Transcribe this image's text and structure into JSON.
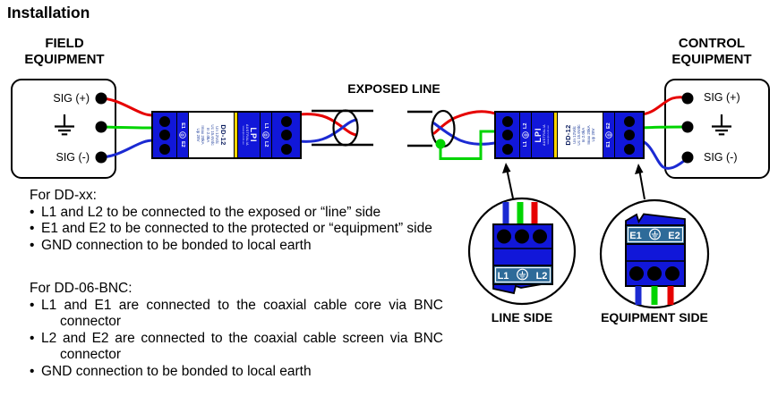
{
  "title": "Installation",
  "diagram": {
    "exposed_line_label": "EXPOSED LINE",
    "field_equipment": {
      "title": [
        "FIELD",
        "EQUIPMENT"
      ],
      "sig_plus": "SIG (+)",
      "sig_minus": "SIG (-)"
    },
    "control_equipment": {
      "title": [
        "CONTROL",
        "EQUIPMENT"
      ],
      "sig_plus": "SIG (+)",
      "sig_minus": "SIG (-)"
    },
    "device": {
      "model": "DD-12",
      "specs": [
        "Un 12Vdc",
        "Uc 15.6Vdc",
        "In 2.0kA",
        "Imax 20kA",
        "Up 28V"
      ],
      "brand": "LPI",
      "brand_country": "AUSTRALIA",
      "brand_url": "www.lpi.com.au",
      "terminal_labels": {
        "e1": "E1",
        "e2": "E2",
        "l1": "L1",
        "l2": "L2"
      }
    },
    "details": {
      "line_side": {
        "caption": "LINE SIDE",
        "left_terminal": "L1",
        "right_terminal": "L2"
      },
      "equipment_side": {
        "caption": "EQUIPMENT SIDE",
        "left_terminal": "E1",
        "right_terminal": "E2"
      }
    }
  },
  "notes": {
    "bullet_char": "•",
    "group1": {
      "heading": "For DD-xx:",
      "b1": "L1 and L2 to be connected to the exposed or “line” side",
      "b2": "E1 and E2 to be connected to the protected or “equipment” side",
      "b3": "GND connection to be bonded to local earth"
    },
    "group2": {
      "heading": "For DD-06-BNC:",
      "b1a": "L1 and E1 are connected to the coaxial cable core via BNC",
      "b1b": "connector",
      "b2a": "L2 and E2 are connected to the coaxial cable screen via BNC",
      "b2b": "connector",
      "b3": "GND connection to be bonded to local earth"
    }
  },
  "colors": {
    "wire_red": "#e60000",
    "wire_green": "#00d400",
    "wire_blue": "#1b2ad2",
    "device_blue": "#1117d9",
    "strip_blue": "#2e6b99",
    "label_yellow": "#ffd500"
  }
}
